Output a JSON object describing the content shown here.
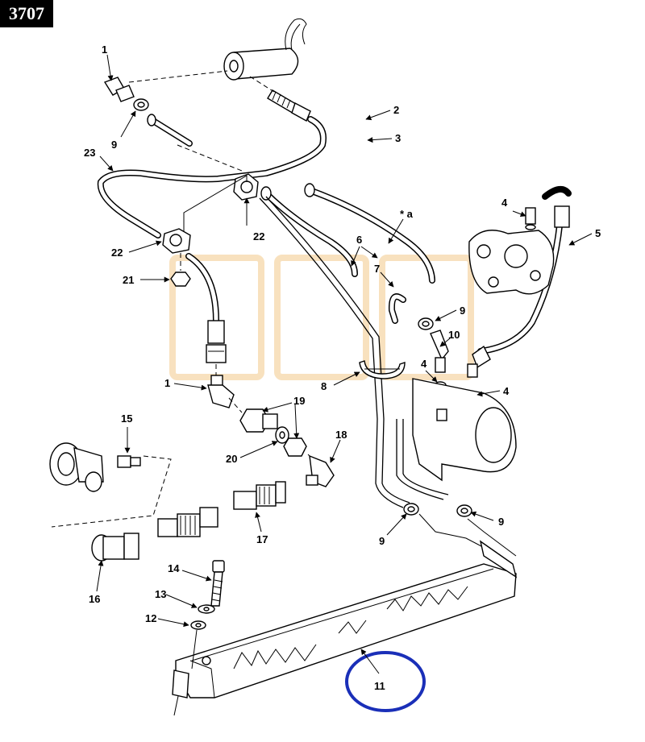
{
  "figure_id": "3707",
  "highlight_color": "#1a2fb8",
  "watermark_color": "#f3c98a",
  "callouts": {
    "c1a": "1",
    "c1b": "1",
    "c2": "2",
    "c3": "3",
    "c4a": "4",
    "c4b": "4",
    "c4c": "4",
    "c5": "5",
    "c6": "6",
    "c7": "7",
    "c8": "8",
    "c9a": "9",
    "c9b": "9",
    "c9c": "9",
    "c9d": "9",
    "c10": "10",
    "c11": "11",
    "c12": "12",
    "c13": "13",
    "c14": "14",
    "c15": "15",
    "c16": "16",
    "c17": "17",
    "c18": "18",
    "c19": "19",
    "c20": "20",
    "c21": "21",
    "c22a": "22",
    "c22b": "22",
    "c23": "23",
    "cstar": "* a"
  }
}
